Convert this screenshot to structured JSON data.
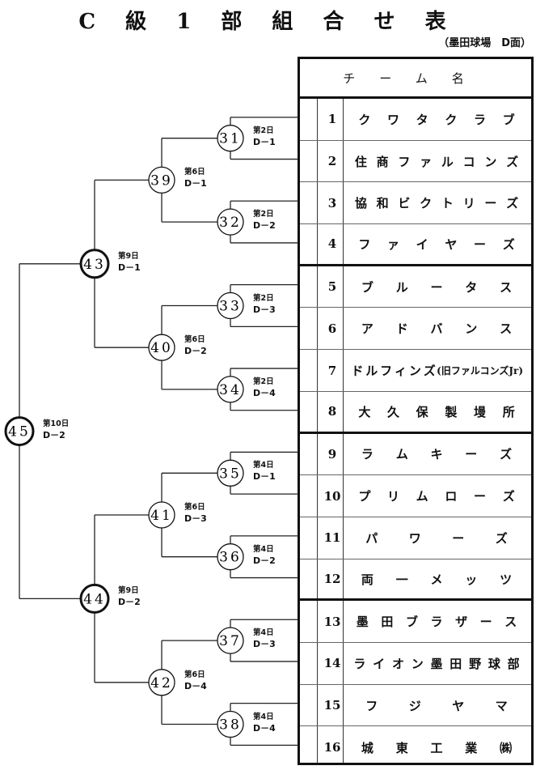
{
  "header": {
    "title": "C 級 1 部 組 合 せ 表",
    "venue": "（墨田球場　D面）"
  },
  "table": {
    "header": "チーム名",
    "teams": [
      {
        "no": "1",
        "name": "クワタクラブ"
      },
      {
        "no": "2",
        "name": "住商ファルコンズ"
      },
      {
        "no": "3",
        "name": "協和ビクトリーズ"
      },
      {
        "no": "4",
        "name": "ファイヤーズ"
      },
      {
        "no": "5",
        "name": "ブルータス"
      },
      {
        "no": "6",
        "name": "アドバンス"
      },
      {
        "no": "7",
        "name": "ドルフィンズ(旧ファルコンズJr)"
      },
      {
        "no": "8",
        "name": "大久保製墁所"
      },
      {
        "no": "9",
        "name": "ラムキーズ"
      },
      {
        "no": "10",
        "name": "プリムローズ"
      },
      {
        "no": "11",
        "name": "パワーズ"
      },
      {
        "no": "12",
        "name": "両一メッツ"
      },
      {
        "no": "13",
        "name": "墨田ブラザース"
      },
      {
        "no": "14",
        "name": "ライオン墨田野球部"
      },
      {
        "no": "15",
        "name": "フジヤマ"
      },
      {
        "no": "16",
        "name": "城東工業㈱"
      }
    ]
  },
  "bracket": {
    "games": [
      {
        "id": "31",
        "round": 1,
        "day": "第2日",
        "slot": "D－1"
      },
      {
        "id": "32",
        "round": 1,
        "day": "第2日",
        "slot": "D－2"
      },
      {
        "id": "33",
        "round": 1,
        "day": "第2日",
        "slot": "D－3"
      },
      {
        "id": "34",
        "round": 1,
        "day": "第2日",
        "slot": "D－4"
      },
      {
        "id": "35",
        "round": 1,
        "day": "第4日",
        "slot": "D－1"
      },
      {
        "id": "36",
        "round": 1,
        "day": "第4日",
        "slot": "D－2"
      },
      {
        "id": "37",
        "round": 1,
        "day": "第4日",
        "slot": "D－3"
      },
      {
        "id": "38",
        "round": 1,
        "day": "第4日",
        "slot": "D－4"
      },
      {
        "id": "39",
        "round": 2,
        "day": "第6日",
        "slot": "D－1"
      },
      {
        "id": "40",
        "round": 2,
        "day": "第6日",
        "slot": "D－2"
      },
      {
        "id": "41",
        "round": 2,
        "day": "第6日",
        "slot": "D－3"
      },
      {
        "id": "42",
        "round": 2,
        "day": "第6日",
        "slot": "D－4"
      },
      {
        "id": "43",
        "round": 3,
        "day": "第9日",
        "slot": "D－1"
      },
      {
        "id": "44",
        "round": 3,
        "day": "第9日",
        "slot": "D－2"
      },
      {
        "id": "45",
        "round": 4,
        "day": "第10日",
        "slot": "D－2"
      }
    ]
  }
}
